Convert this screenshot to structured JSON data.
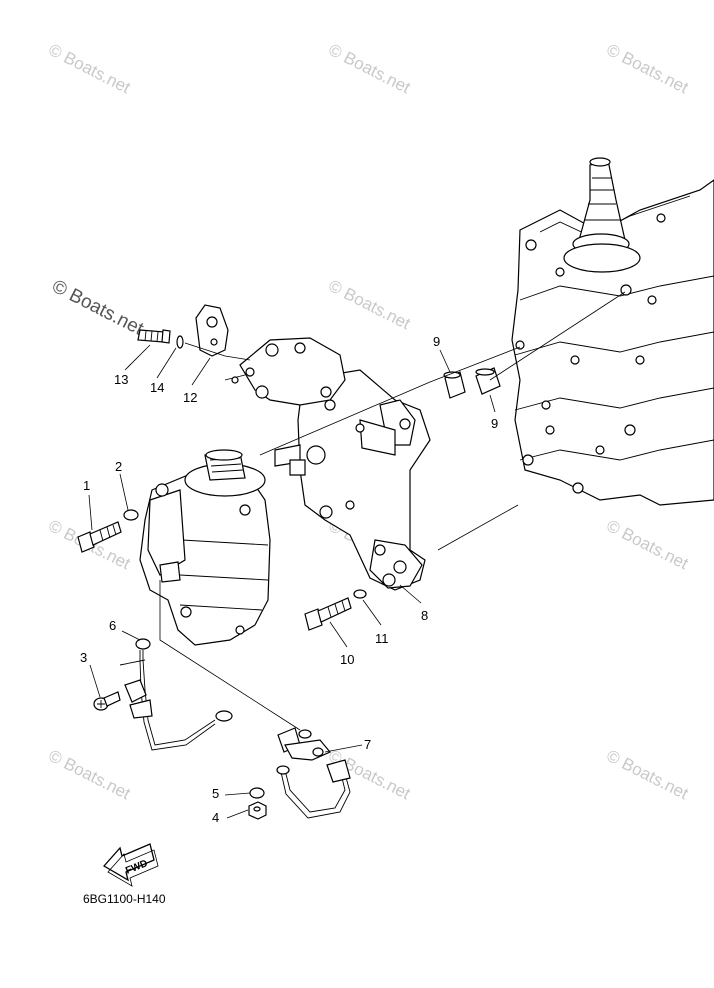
{
  "watermarks": {
    "text": "© Boats.net",
    "main_text": "© Boats.net"
  },
  "callouts": [
    {
      "id": "1",
      "label": "1"
    },
    {
      "id": "2",
      "label": "2"
    },
    {
      "id": "3",
      "label": "3"
    },
    {
      "id": "4",
      "label": "4"
    },
    {
      "id": "5",
      "label": "5"
    },
    {
      "id": "6",
      "label": "6"
    },
    {
      "id": "7",
      "label": "7"
    },
    {
      "id": "8",
      "label": "8"
    },
    {
      "id": "9a",
      "label": "9"
    },
    {
      "id": "9b",
      "label": "9"
    },
    {
      "id": "10",
      "label": "10"
    },
    {
      "id": "11",
      "label": "11"
    },
    {
      "id": "12",
      "label": "12"
    },
    {
      "id": "13",
      "label": "13"
    },
    {
      "id": "14",
      "label": "14"
    }
  ],
  "fwd_label": "FWD",
  "diagram_code": "6BG1100-H140"
}
